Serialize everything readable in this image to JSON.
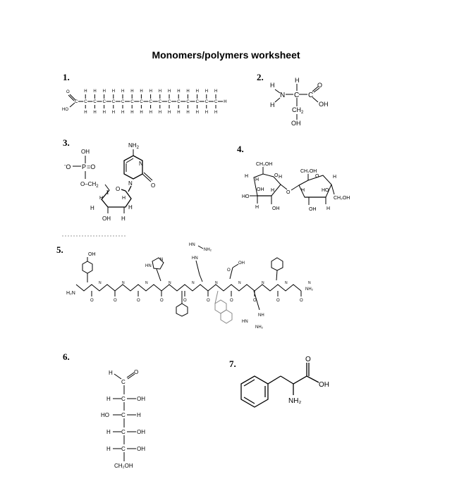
{
  "title": "Monomers/polymers worksheet",
  "questions": [
    {
      "number": "1."
    },
    {
      "number": "2."
    },
    {
      "number": "3."
    },
    {
      "number": "4."
    },
    {
      "number": "5."
    },
    {
      "number": "6."
    },
    {
      "number": "7."
    }
  ],
  "s1": {
    "o": "O",
    "ho": "HO",
    "c": "C",
    "h": "H"
  },
  "s2": {
    "h": "H",
    "n": "N",
    "c": "C",
    "o": "O",
    "oh": "OH",
    "ch2": "CH",
    "sub2": "2"
  },
  "s3": {
    "oh": "OH",
    "p": "P",
    "eq_o": "=O",
    "o_minus": "O",
    "minus": "-",
    "o_ch2": "O–CH",
    "sub2": "2",
    "nh2": "NH",
    "n": "N",
    "o": "O",
    "h": "H",
    "oh2": "OH"
  },
  "s4": {
    "ch2oh": "CH₂OH",
    "h": "H",
    "oh": "OH",
    "ho": "HO",
    "o": "O"
  },
  "s5": {
    "oh": "OH",
    "h2n": "H₂N",
    "hn": "HN",
    "nh": "NH",
    "nh2": "NH₂",
    "o": "O",
    "n": "N",
    "h": "H"
  },
  "s6": {
    "h": "H",
    "c": "C",
    "o": "O",
    "oh": "OH",
    "ho": "HO",
    "ch2oh": "CH₂OH"
  },
  "s7": {
    "o": "O",
    "oh": "OH",
    "nh2": "NH₂"
  }
}
